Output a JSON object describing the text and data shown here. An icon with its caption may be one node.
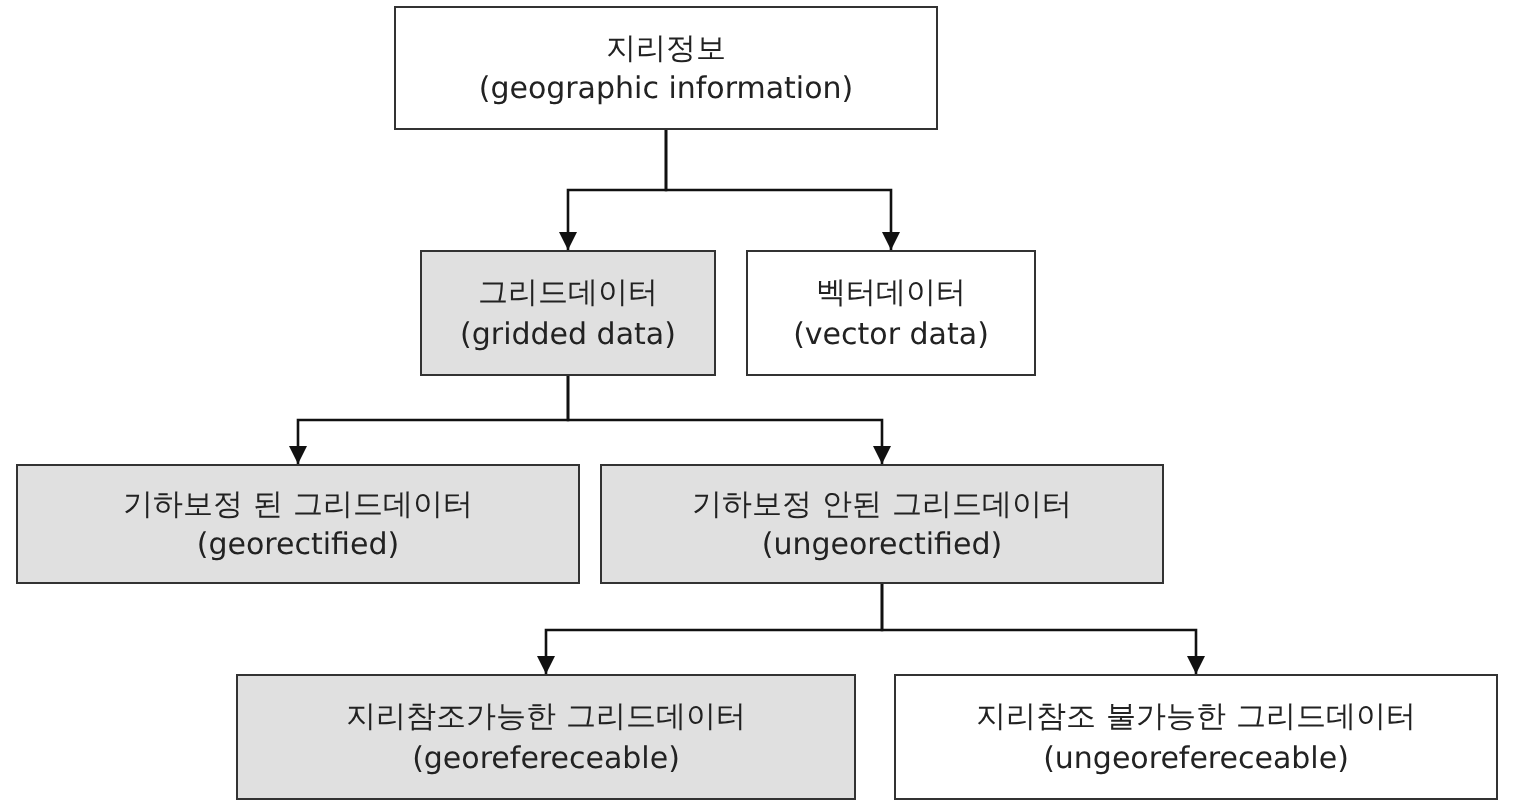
{
  "diagram": {
    "nodes": [
      {
        "text": [
          "지리정보",
          "(geographic information)"
        ]
      },
      {
        "text": [
          "그리드데이터",
          "(gridded data)"
        ]
      },
      {
        "text": [
          "벡터데이터",
          "(vector data)"
        ]
      },
      {
        "text": [
          "기하보정 된 그리드데이터",
          "(georectified)"
        ]
      },
      {
        "text": [
          "기하보정 안된 그리드데이터",
          "(ungeorectified)"
        ]
      },
      {
        "text": [
          "지리참조가능한 그리드데이터",
          "(georefereceable)"
        ]
      },
      {
        "text": [
          "지리참조 불가능한 그리드데이터",
          "(ungeorefereceable)"
        ]
      }
    ],
    "edges": [
      {
        "from": 0,
        "to": 1,
        "arrow": "to"
      },
      {
        "from": 0,
        "to": 2,
        "arrow": "to"
      },
      {
        "from": 1,
        "to": 3,
        "arrow": "to"
      },
      {
        "from": 1,
        "to": 4,
        "arrow": "to"
      },
      {
        "from": 4,
        "to": 5,
        "arrow": "to"
      },
      {
        "from": 4,
        "to": 6,
        "arrow": "to"
      }
    ]
  }
}
